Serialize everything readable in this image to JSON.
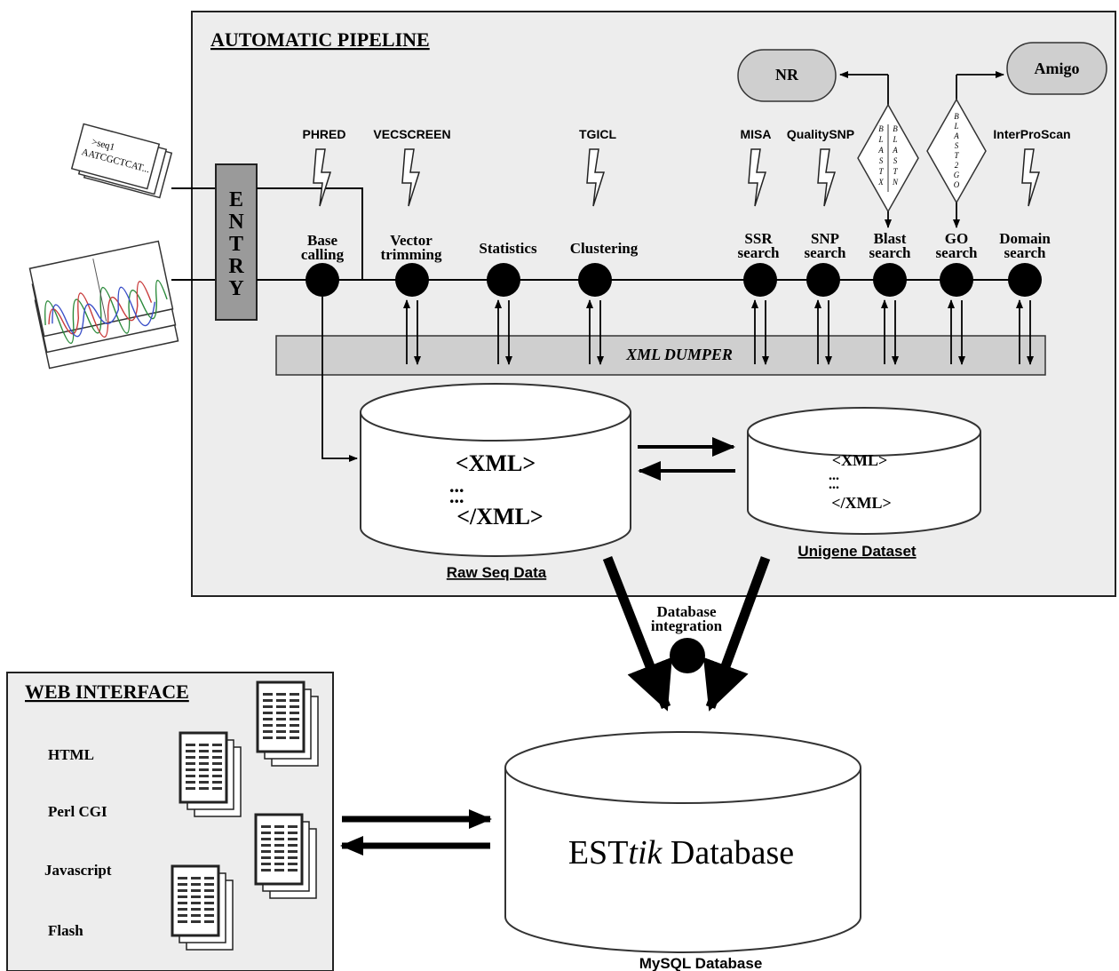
{
  "pipeline": {
    "title": "AUTOMATIC PIPELINE",
    "entry_letters": [
      "E",
      "N",
      "T",
      "R",
      "Y"
    ],
    "seq_card_line1": ">seq1",
    "seq_card_line2": "AATCGCTCAT...",
    "tools": {
      "phred": "PHRED",
      "vecscreen": "VECSCREEN",
      "tgicl": "TGICL",
      "misa": "MISA",
      "qualitysnp": "QualitySNP",
      "interproscan": "InterProScan"
    },
    "steps": [
      {
        "line1": "Base",
        "line2": "calling"
      },
      {
        "line1": "Vector",
        "line2": "trimming"
      },
      {
        "line1": "Statistics",
        "line2": ""
      },
      {
        "line1": "Clustering",
        "line2": ""
      },
      {
        "line1": "SSR",
        "line2": "search"
      },
      {
        "line1": "SNP",
        "line2": "search"
      },
      {
        "line1": "Blast",
        "line2": "search"
      },
      {
        "line1": "GO",
        "line2": "search"
      },
      {
        "line1": "Domain",
        "line2": "search"
      }
    ],
    "external": {
      "nr": "NR",
      "amigo": "Amigo"
    },
    "diamonds": {
      "blastx": [
        "B",
        "L",
        "A",
        "S",
        "T",
        "X"
      ],
      "blastn": [
        "B",
        "L",
        "A",
        "S",
        "T",
        "N"
      ],
      "blast2go": [
        "B",
        "L",
        "A",
        "S",
        "T",
        "2",
        "G",
        "O"
      ]
    },
    "xml_dumper": "XML DUMPER",
    "raw_db": {
      "open": "<XML>",
      "dots": "...",
      "close": "</XML>",
      "label": "Raw Seq Data"
    },
    "unigene_db": {
      "open": "<XML>",
      "dots": "...",
      "close": "</XML>",
      "label": "Unigene Dataset"
    }
  },
  "integration": {
    "line1": "Database",
    "line2": "integration"
  },
  "web": {
    "title": "WEB INTERFACE",
    "items": [
      "HTML",
      "Perl CGI",
      "Javascript",
      "Flash"
    ]
  },
  "main_db": {
    "prefix": "EST",
    "italic": "tik",
    "suffix": " Database",
    "label": "MySQL Database"
  }
}
